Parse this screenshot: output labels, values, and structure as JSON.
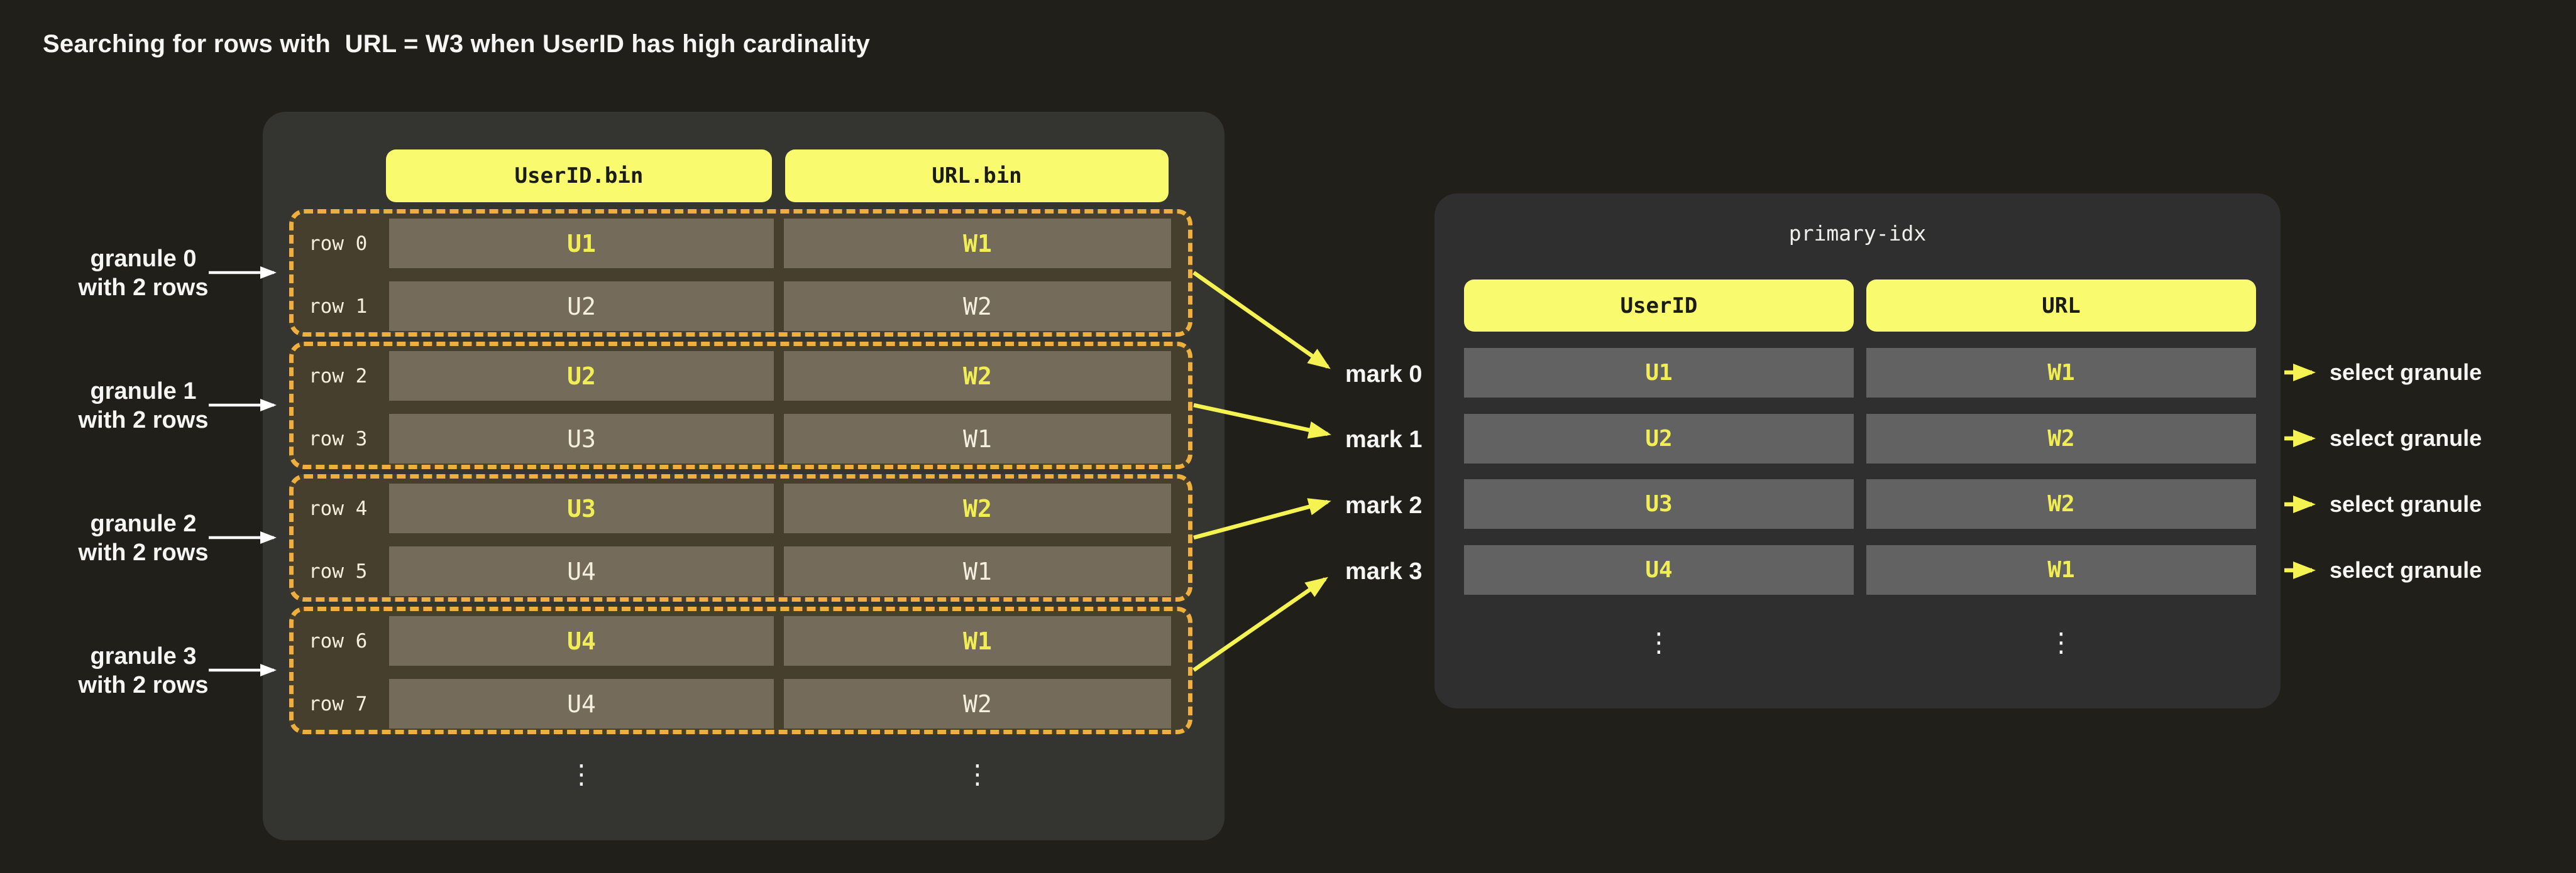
{
  "title": "Searching for rows with  URL = W3 when UserID has high cardinality",
  "colors": {
    "background": "#201f1a",
    "left_panel": "#343430",
    "right_panel": "#2f2f2f",
    "header_pill_yellow": "#f9fa6d",
    "granule_border_orange": "#efaf3e",
    "granule_fill": "#473f2d",
    "left_cell": "#746b5b",
    "right_cell": "#626262",
    "accent_yellow_text": "#f1ee55",
    "arrow_yellow": "#f5f351",
    "arrow_white": "#ffffff",
    "cream_text": "#f4efdf",
    "black_text": "#1c1c16"
  },
  "left_table": {
    "column_headers": [
      "UserID.bin",
      "URL.bin"
    ],
    "granules": [
      {
        "label": [
          "granule 0",
          "with 2 rows"
        ],
        "mark": "mark 0",
        "rows": [
          {
            "label": "row 0",
            "user_id": "U1",
            "url": "W1",
            "highlight": true
          },
          {
            "label": "row 1",
            "user_id": "U2",
            "url": "W2",
            "highlight": false
          }
        ]
      },
      {
        "label": [
          "granule 1",
          "with 2 rows"
        ],
        "mark": "mark 1",
        "rows": [
          {
            "label": "row 2",
            "user_id": "U2",
            "url": "W2",
            "highlight": true
          },
          {
            "label": "row 3",
            "user_id": "U3",
            "url": "W1",
            "highlight": false
          }
        ]
      },
      {
        "label": [
          "granule 2",
          "with 2 rows"
        ],
        "mark": "mark 2",
        "rows": [
          {
            "label": "row 4",
            "user_id": "U3",
            "url": "W2",
            "highlight": true
          },
          {
            "label": "row 5",
            "user_id": "U4",
            "url": "W1",
            "highlight": false
          }
        ]
      },
      {
        "label": [
          "granule 3",
          "with 2 rows"
        ],
        "mark": "mark 3",
        "rows": [
          {
            "label": "row 6",
            "user_id": "U4",
            "url": "W1",
            "highlight": true
          },
          {
            "label": "row 7",
            "user_id": "U4",
            "url": "W2",
            "highlight": false
          }
        ]
      }
    ],
    "ellipsis": "⋮"
  },
  "primary_index": {
    "title": "primary-idx",
    "column_headers": [
      "UserID",
      "URL"
    ],
    "rows": [
      {
        "user_id": "U1",
        "url": "W1",
        "action": "select granule"
      },
      {
        "user_id": "U2",
        "url": "W2",
        "action": "select granule"
      },
      {
        "user_id": "U3",
        "url": "W2",
        "action": "select granule"
      },
      {
        "user_id": "U4",
        "url": "W1",
        "action": "select granule"
      }
    ],
    "ellipsis": "⋮"
  }
}
